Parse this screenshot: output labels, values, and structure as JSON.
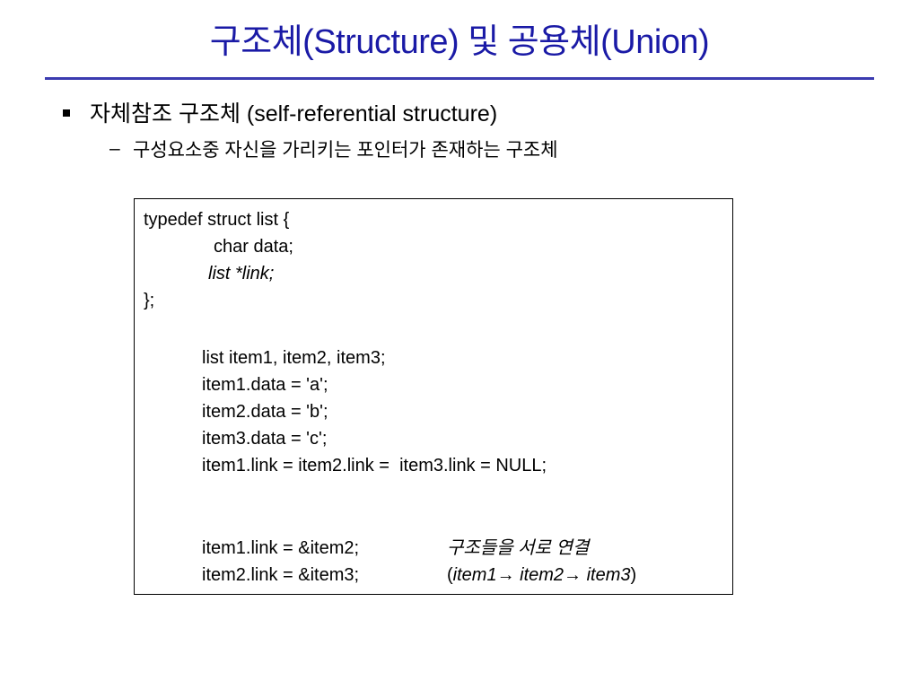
{
  "slide": {
    "title": "구조체(Structure) 및 공용체(Union)",
    "bullet": {
      "text": "자체참조 구조체 (self-referential structure)"
    },
    "sub_bullet": {
      "dash": "–",
      "text": "구성요소중 자신을 가리키는 포인터가 존재하는 구조체"
    }
  },
  "code": {
    "line1": "typedef struct list {",
    "line2": "char data;",
    "line3": "list *link;",
    "line4": "};",
    "line5": "list item1, item2, item3;",
    "line6": "item1.data = 'a';",
    "line7": "item2.data = 'b';",
    "line8": "item3.data = 'c';",
    "line9": "item1.link = item2.link =  item3.link = NULL;",
    "line10": "item1.link = &item2;",
    "comment1": "구조들을 서로 연결",
    "line11": "item2.link = &item3;",
    "comment2_open": "(",
    "comment2_body": "item1→ item2→ item3",
    "comment2_close": ")"
  },
  "colors": {
    "title": "#1a1aa6",
    "rule": "#3b3bb0",
    "text": "#000000"
  }
}
